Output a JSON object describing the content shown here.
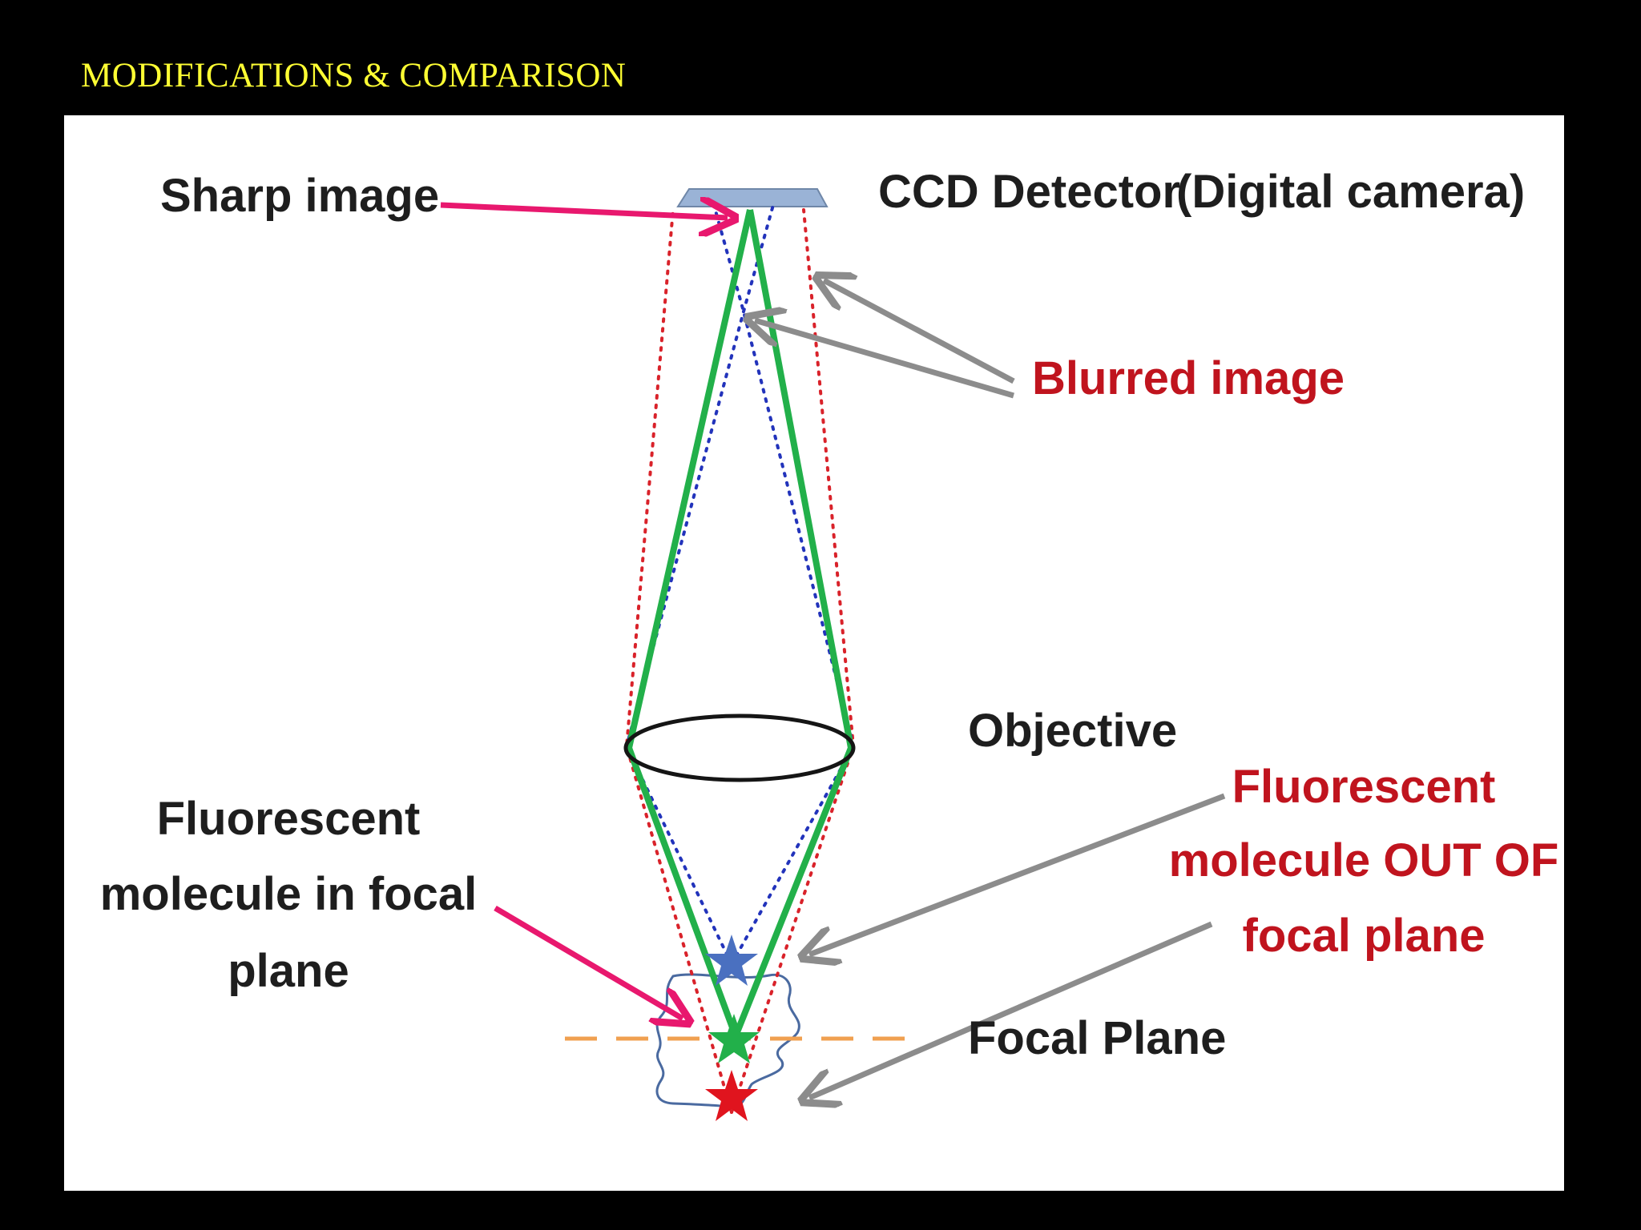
{
  "slide": {
    "title": "MODIFICATIONS & COMPARISON"
  },
  "diagram": {
    "labels": {
      "sharp_image": "Sharp image",
      "ccd_detector": "CCD Detector",
      "digital_camera": "(Digital camera)",
      "blurred_image": "Blurred image",
      "objective": "Objective",
      "in_focus_line1": "Fluorescent",
      "in_focus_line2": "molecule in focal",
      "in_focus_line3": "plane",
      "out_focus_line1": "Fluorescent",
      "out_focus_line2": "molecule OUT OF",
      "out_focus_line3": "focal plane",
      "focal_plane": "Focal Plane"
    },
    "colors": {
      "background": "#000000",
      "title": "#ffff33",
      "panel": "#ffffff",
      "in_focus_ray": "#22b04a",
      "below_focus_ray": "#d9222a",
      "above_focus_ray": "#2233bb",
      "pointer_pink": "#e8186e",
      "pointer_gray": "#8c8c8c",
      "focal_plane_line": "#f0a050",
      "detector": "#9ab3d6",
      "label_red": "#c0141e",
      "label_dark": "#1e1e1e"
    }
  }
}
